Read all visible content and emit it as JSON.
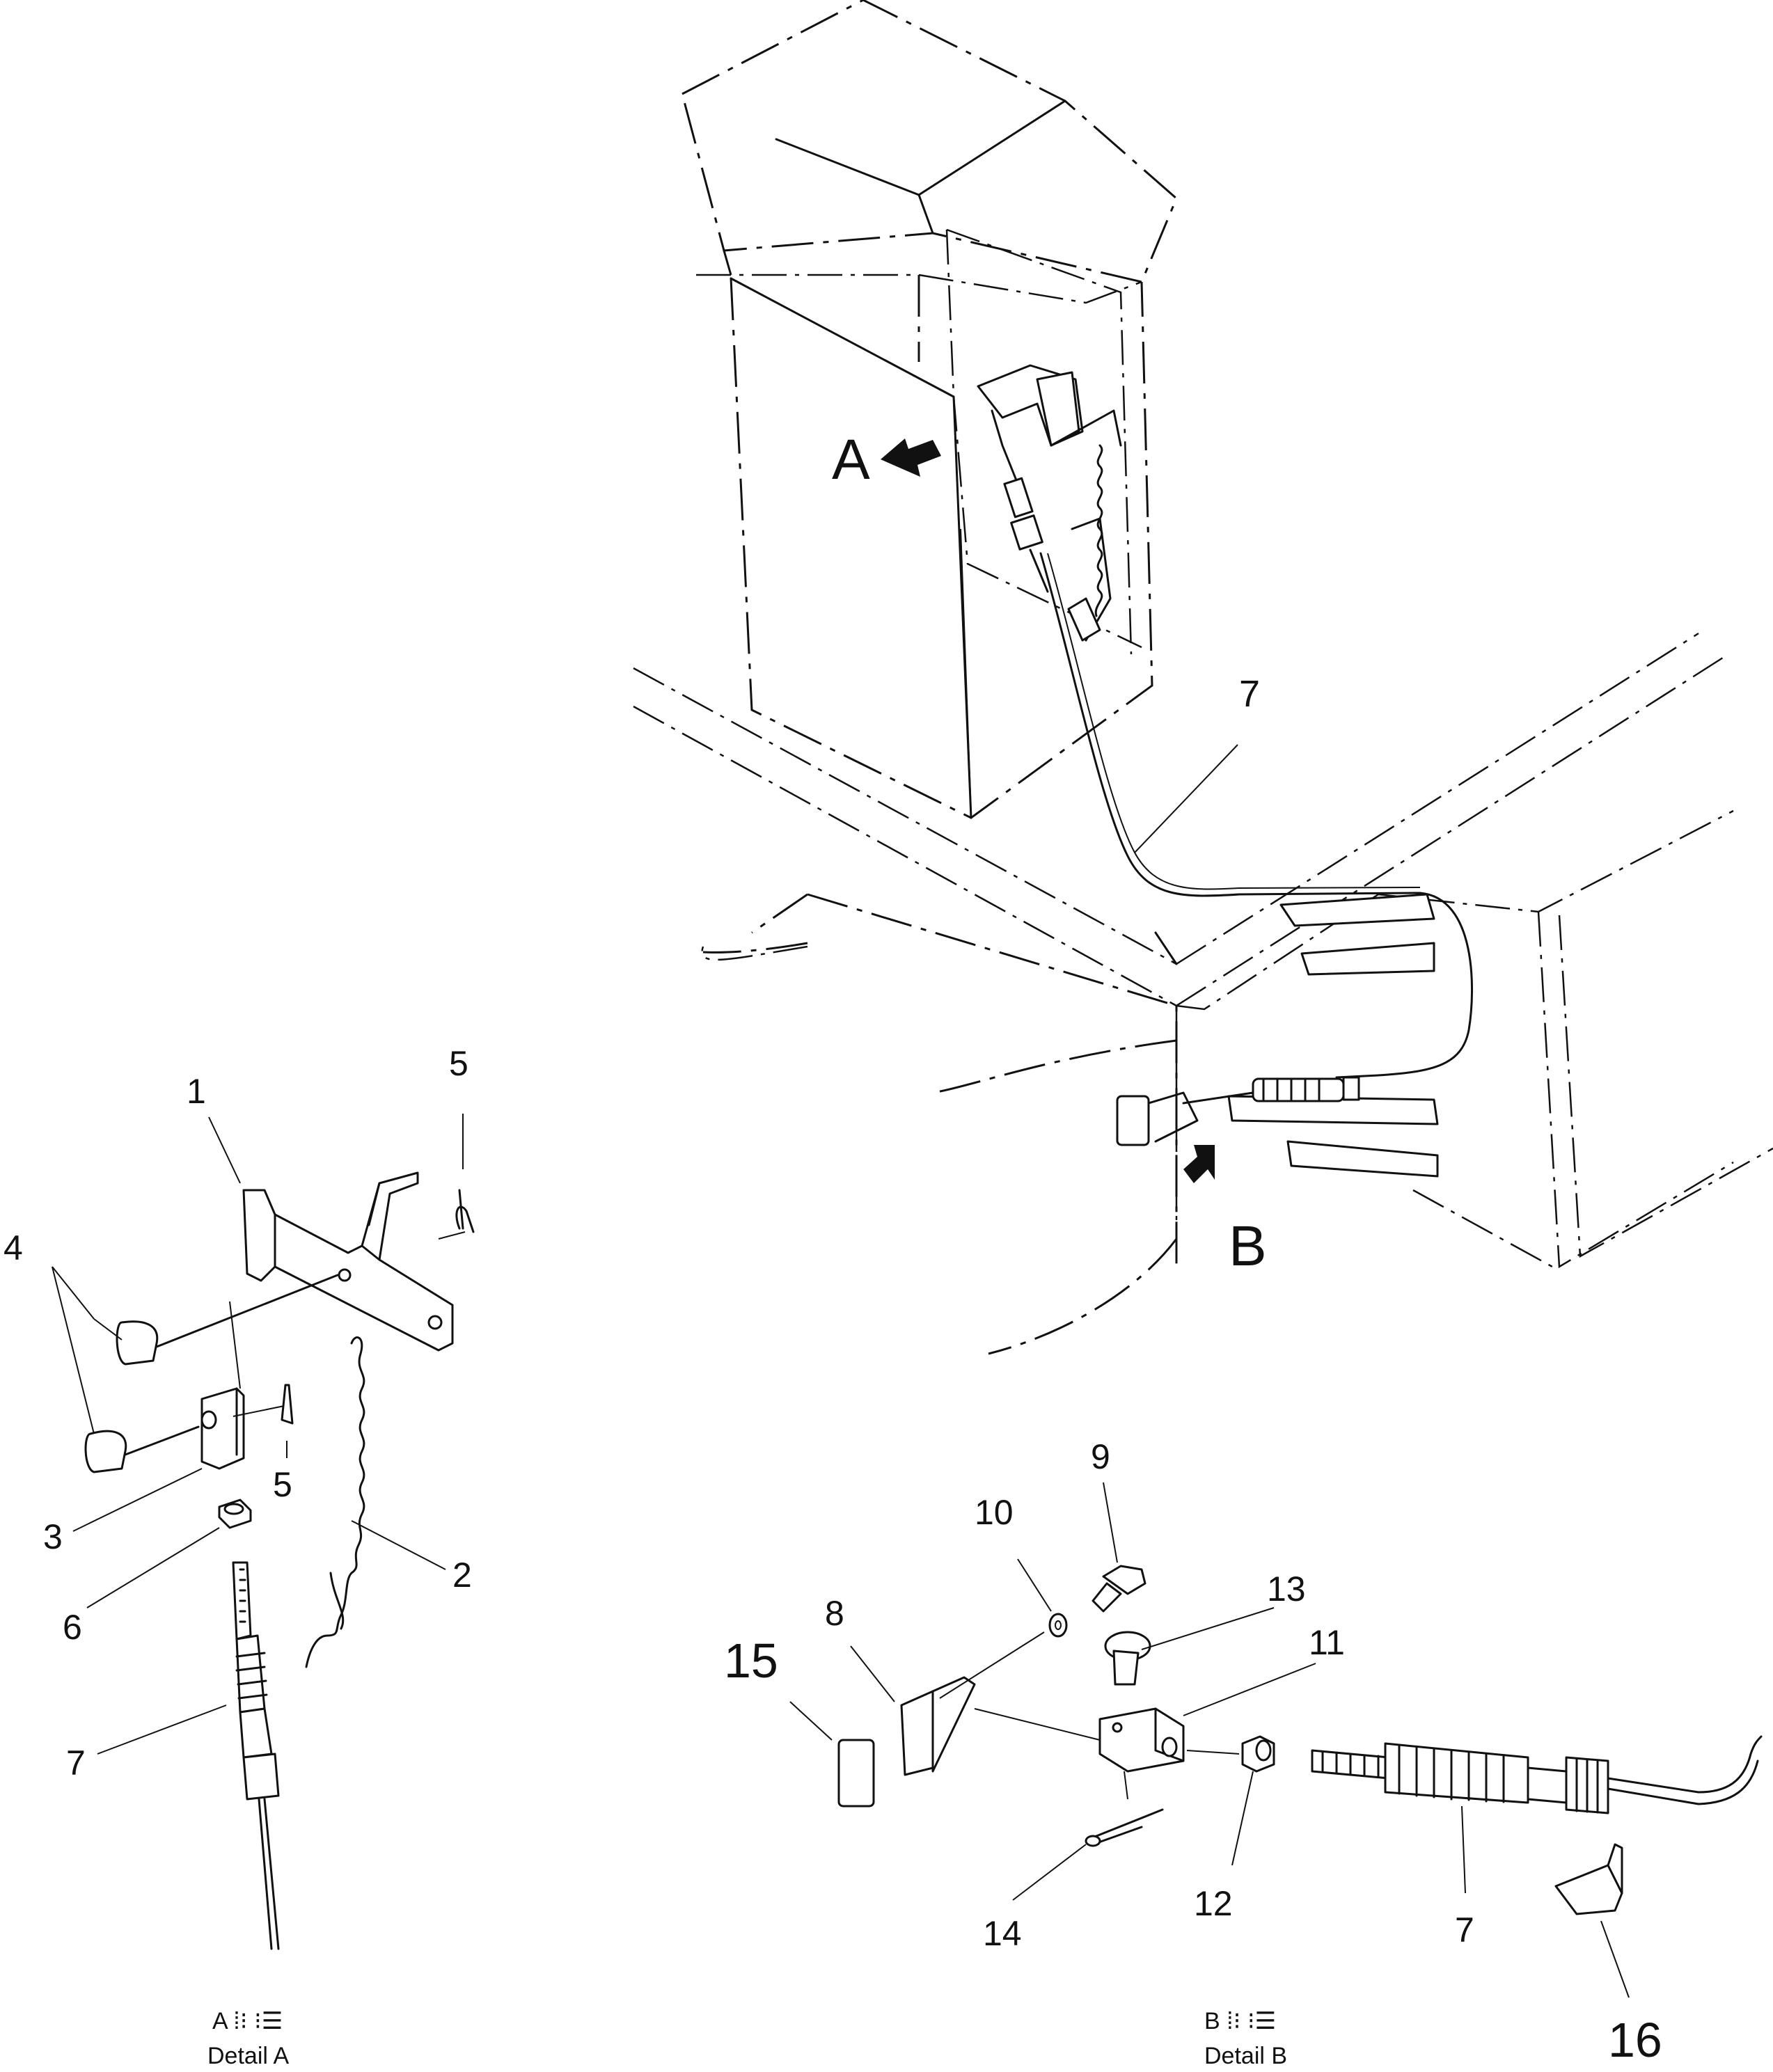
{
  "view_labels": {
    "a": "A",
    "b": "B"
  },
  "callouts": {
    "c1": "1",
    "c2": "2",
    "c3": "3",
    "c4": "4",
    "c5a": "5",
    "c5b": "5",
    "c6": "6",
    "c7a": "7",
    "c7b": "7",
    "c7c": "7",
    "c8": "8",
    "c9": "9",
    "c10": "10",
    "c11": "11",
    "c12": "12",
    "c13": "13",
    "c14": "14",
    "c15": "15",
    "c16": "16"
  },
  "captions": {
    "a_native": "A ⁞⁝ ⁝☰",
    "a_english": "Detail A",
    "b_native": "B ⁞⁝ ⁝☰",
    "b_english": "Detail B"
  }
}
